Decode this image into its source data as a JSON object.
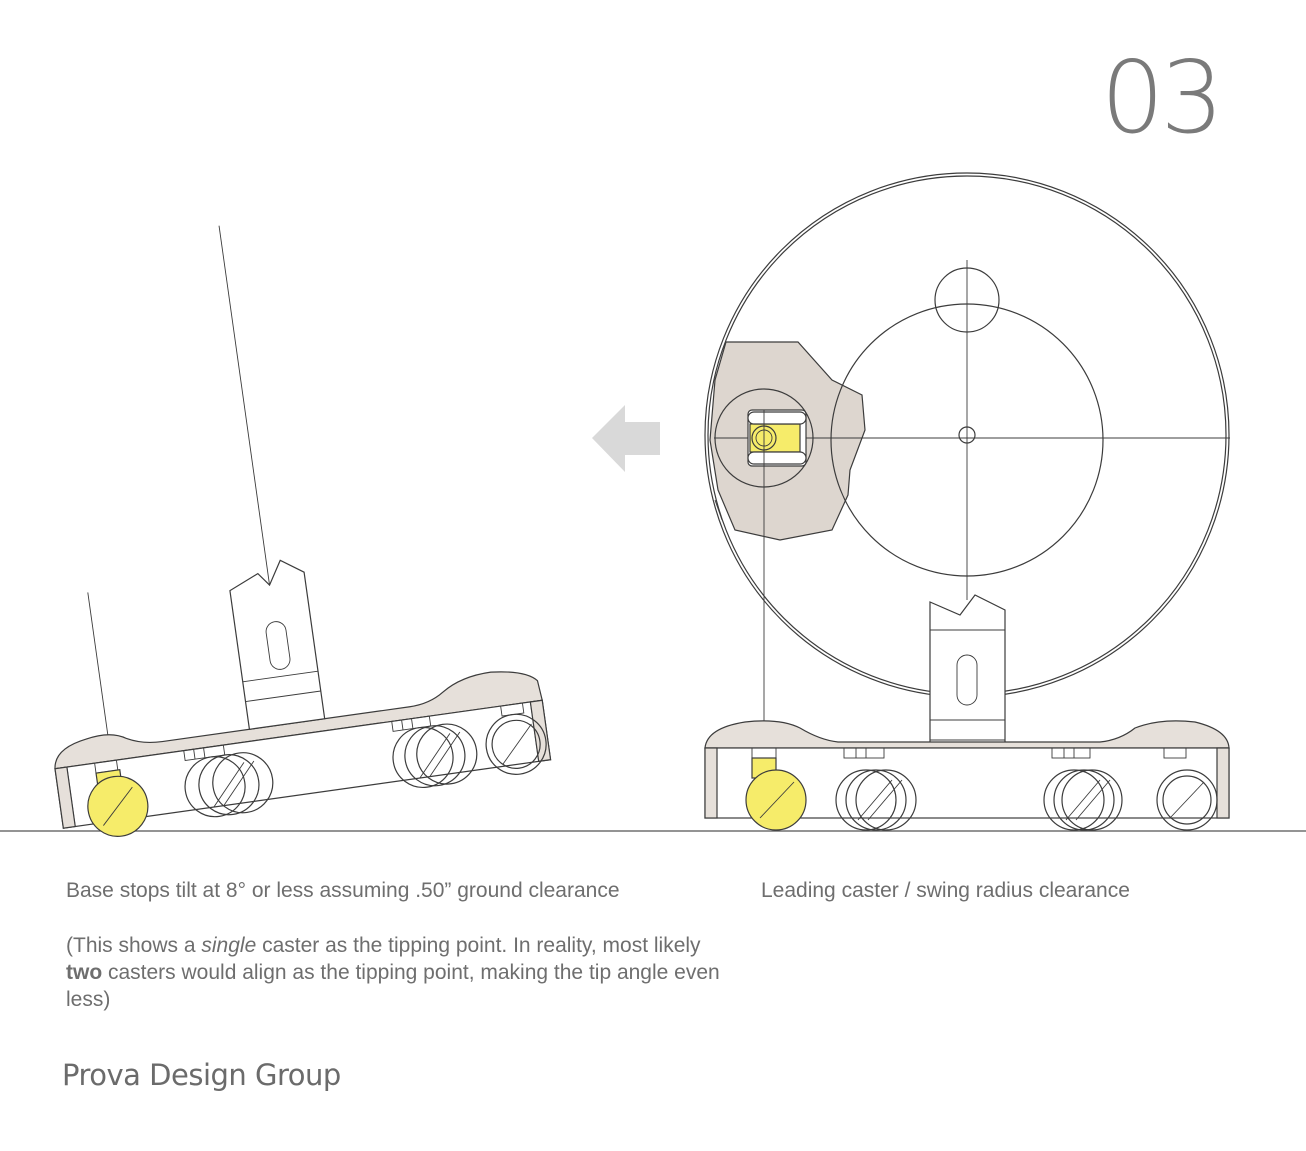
{
  "page_number": "03",
  "captions": {
    "left_title": "Base stops tilt at 8° or less assuming .50” ground clearance",
    "left_note_part1": "(This shows a ",
    "left_note_em": "single",
    "left_note_part2": " caster as the tipping point. In reality, most likely ",
    "left_note_bold": "two",
    "left_note_part3": " casters would align as the tipping point, making the tip angle even less)",
    "right_title": "Leading caster / swing radius clearance"
  },
  "brand": "Prova Design Group",
  "colors": {
    "highlight_caster": "#f6ec6a",
    "base_fill": "#e6e0da",
    "arrow": "#d9d9d9",
    "line": "#3c3c3c"
  },
  "icons": {
    "direction_arrow": "left-arrow-icon"
  }
}
